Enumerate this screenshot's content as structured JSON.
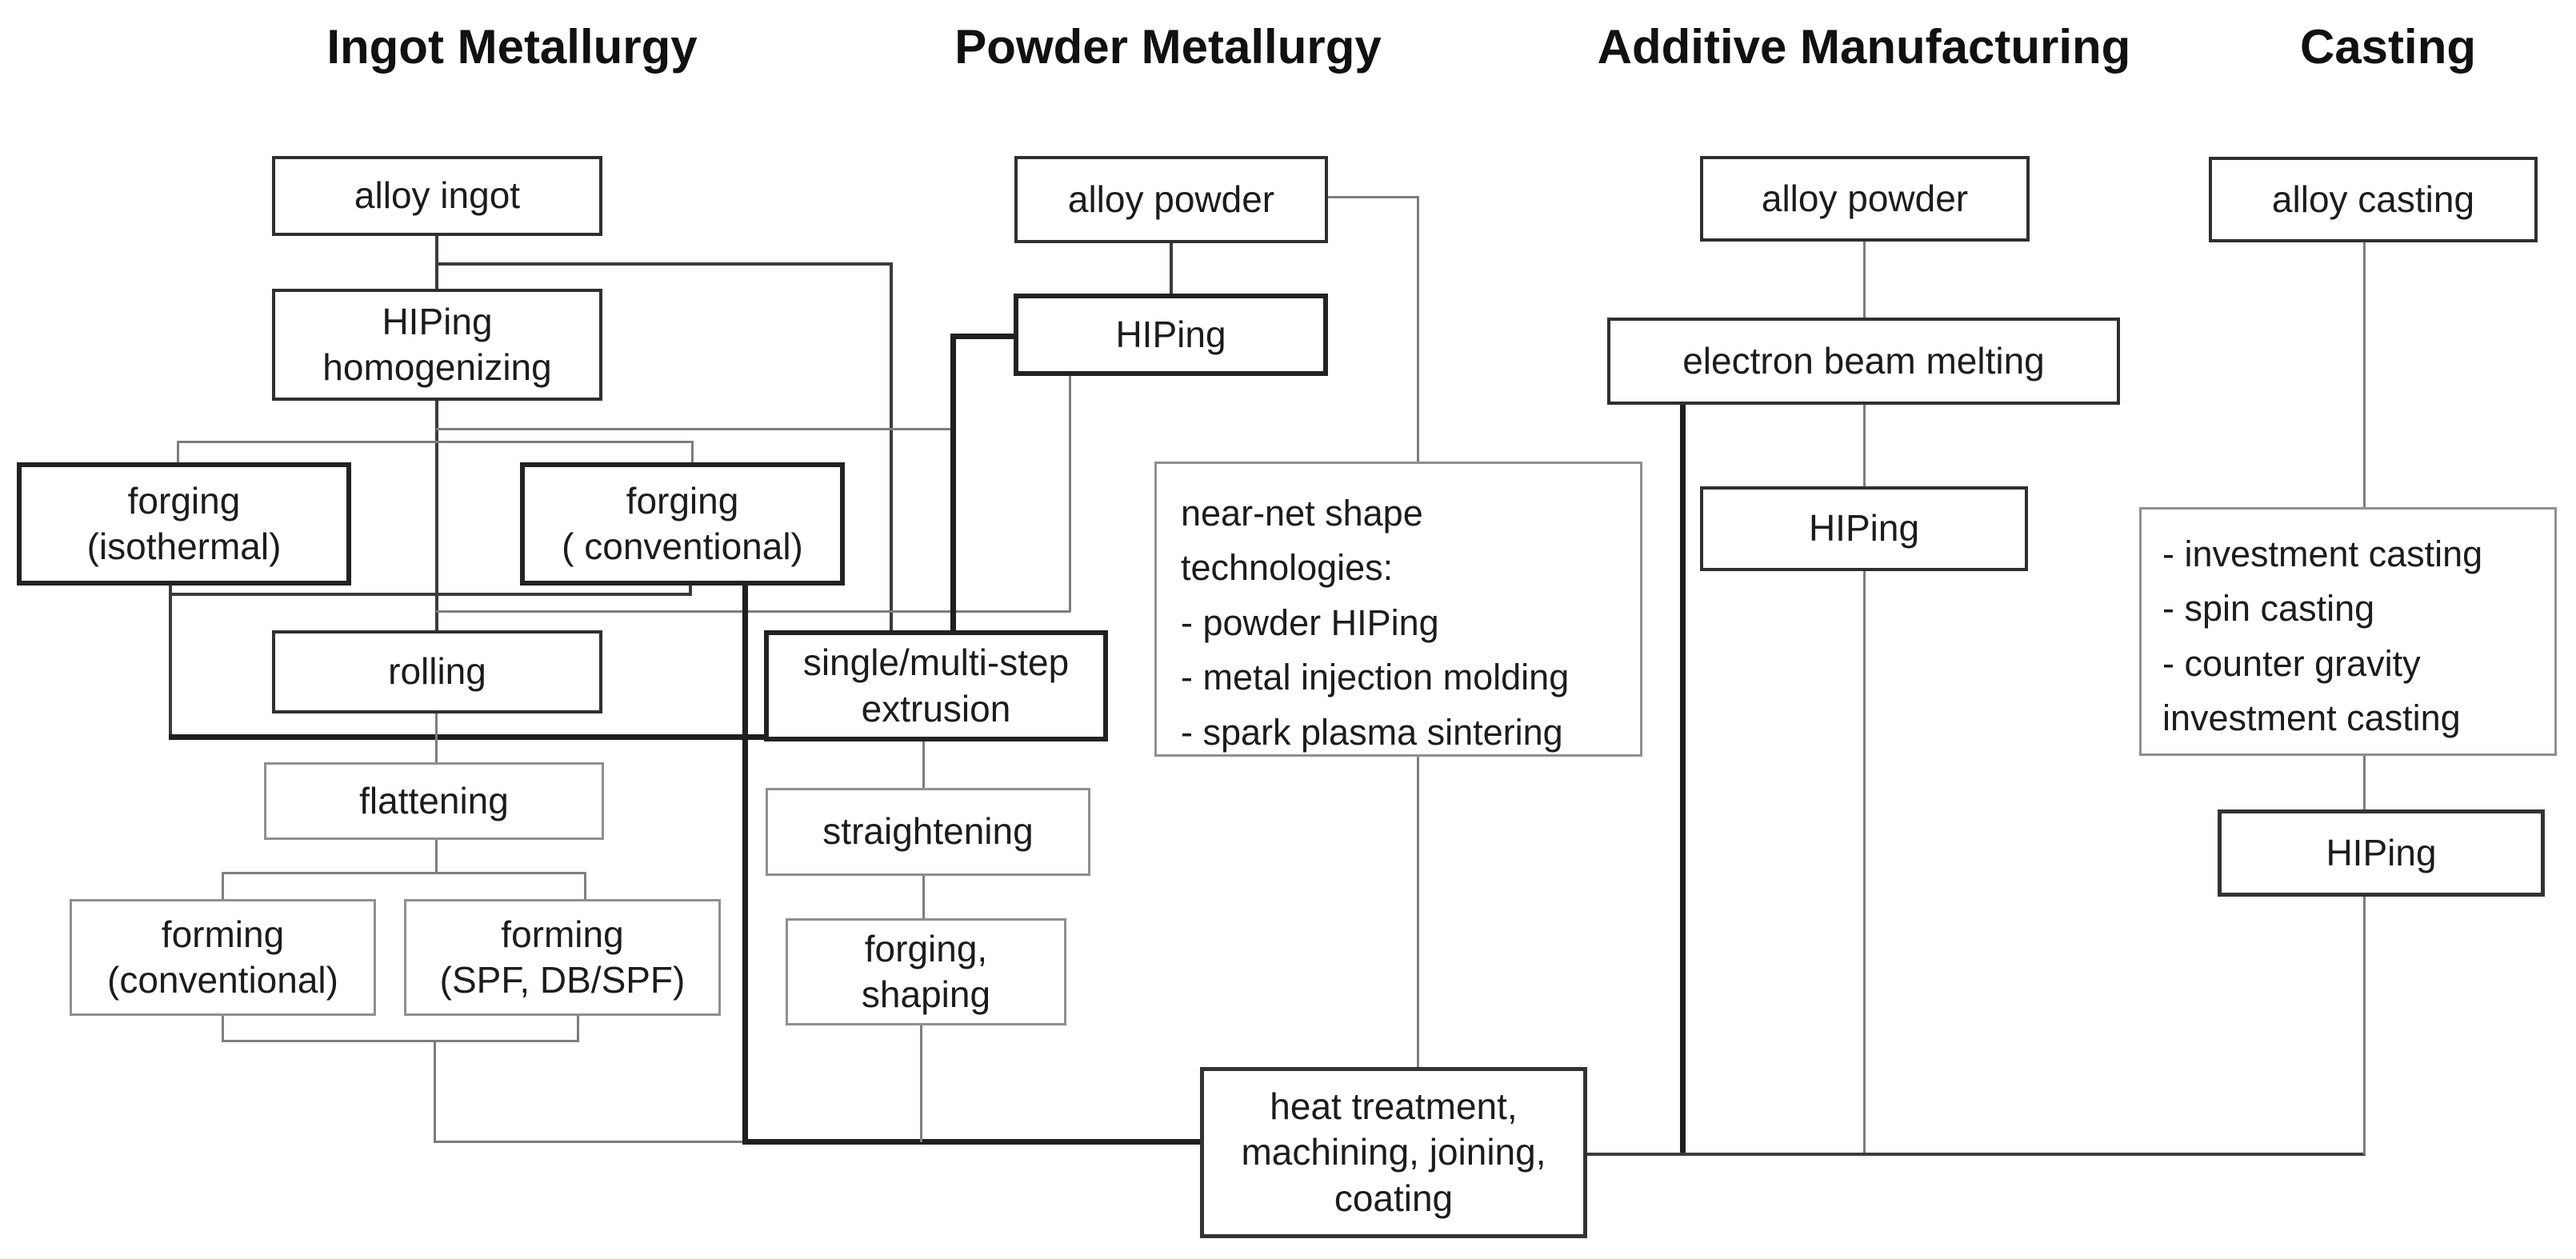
{
  "diagram": {
    "headers": {
      "ingot": "Ingot Metallurgy",
      "powder": "Powder Metallurgy",
      "additive": "Additive Manufacturing",
      "casting": "Casting"
    },
    "nodes": {
      "alloy_ingot": {
        "label": "alloy ingot"
      },
      "hiping_homogenizing": {
        "label": [
          "HIPing",
          "homogenizing"
        ]
      },
      "forging_isothermal": {
        "label": [
          "forging",
          "(isothermal)"
        ]
      },
      "forging_conventional": {
        "label": [
          "forging",
          "( conventional)"
        ]
      },
      "rolling": {
        "label": "rolling"
      },
      "flattening": {
        "label": "flattening"
      },
      "forming_conventional": {
        "label": [
          "forming",
          "(conventional)"
        ]
      },
      "forming_spf": {
        "label": [
          "forming",
          "(SPF, DB/SPF)"
        ]
      },
      "alloy_powder_pm": {
        "label": "alloy powder"
      },
      "hiping_pm": {
        "label": "HIPing"
      },
      "single_multi_step_extrusion": {
        "label": [
          "single/multi-step",
          "extrusion"
        ]
      },
      "straightening": {
        "label": "straightening"
      },
      "forging_shaping": {
        "label": [
          "forging,",
          "shaping"
        ]
      },
      "near_net_shape": {
        "label": [
          "near-net shape",
          "technologies:",
          "- powder HIPing",
          "- metal injection molding",
          "- spark plasma sintering"
        ]
      },
      "alloy_powder_am": {
        "label": "alloy powder"
      },
      "electron_beam_melting": {
        "label": "electron beam melting"
      },
      "hiping_am": {
        "label": "HIPing"
      },
      "alloy_casting": {
        "label": "alloy casting"
      },
      "casting_methods": {
        "label": [
          "- investment casting",
          "- spin casting",
          "- counter gravity",
          "  investment casting"
        ]
      },
      "hiping_casting": {
        "label": "HIPing"
      },
      "heat_treatment": {
        "label": [
          "heat treatment,",
          "machining, joining,",
          "coating"
        ]
      }
    },
    "colors": {
      "background": "#ffffff",
      "text": "#1a1a1a",
      "box_border_dark": "#2f2f2f",
      "box_border_light": "#8f8f8f",
      "connector_thin": "#7d7d7d",
      "connector_medium": "#3c3c3c",
      "connector_thick": "#1f1f1f"
    }
  }
}
